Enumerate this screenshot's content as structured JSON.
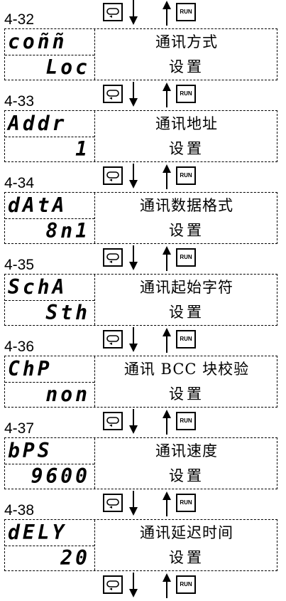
{
  "keys": {
    "run_label": "RUN",
    "loop_icon": "loop-return-icon",
    "down_arrow_icon": "arrow-down-icon",
    "up_arrow_icon": "arrow-up-icon"
  },
  "sections": [
    {
      "id": "4-32",
      "display_top": "coññ",
      "display_bottom": "Loc",
      "desc_top": "通讯方式",
      "desc_bottom": "设置"
    },
    {
      "id": "4-33",
      "display_top": "Addr",
      "display_bottom": "1",
      "desc_top": "通讯地址",
      "desc_bottom": "设置"
    },
    {
      "id": "4-34",
      "display_top": "dAtA",
      "display_bottom": "8n1",
      "desc_top": "通讯数据格式",
      "desc_bottom": "设置"
    },
    {
      "id": "4-35",
      "display_top": "SchA",
      "display_bottom": "Sth",
      "desc_top": "通讯起始字符",
      "desc_bottom": "设置"
    },
    {
      "id": "4-36",
      "display_top": "ChP",
      "display_bottom": "non",
      "desc_top": "通讯 BCC 块校验",
      "desc_bottom": "设置"
    },
    {
      "id": "4-37",
      "display_top": "bPS",
      "display_bottom": "9600",
      "desc_top": "通讯速度",
      "desc_bottom": "设置"
    },
    {
      "id": "4-38",
      "display_top": "dELY",
      "display_bottom": "20",
      "desc_top": "通讯延迟时间",
      "desc_bottom": "设置"
    }
  ]
}
